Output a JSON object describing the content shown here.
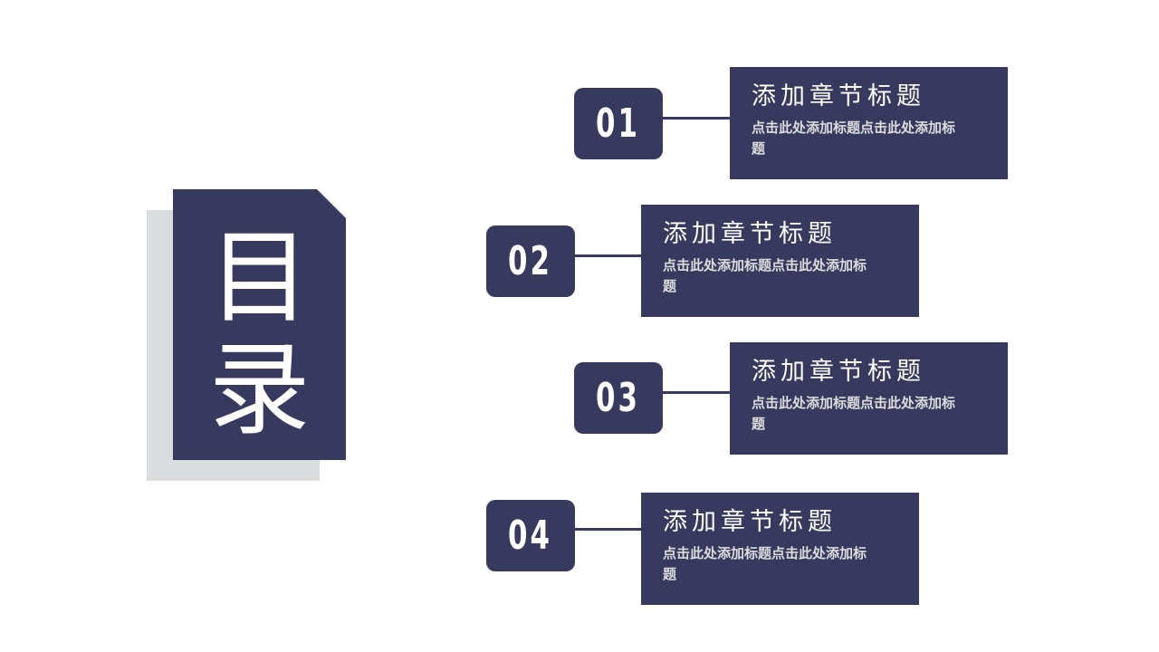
{
  "toc": {
    "char1": "目",
    "char2": "录"
  },
  "items": [
    {
      "number": "01",
      "title": "添加章节标题",
      "desc": "点击此处添加标题点击此处添加标题"
    },
    {
      "number": "02",
      "title": "添加章节标题",
      "desc": "点击此处添加标题点击此处添加标题"
    },
    {
      "number": "03",
      "title": "添加章节标题",
      "desc": "点击此处添加标题点击此处添加标题"
    },
    {
      "number": "04",
      "title": "添加章节标题",
      "desc": "点击此处添加标题点击此处添加标题"
    }
  ],
  "colors": {
    "primary": "#373a5e",
    "shadow": "#d9dde0"
  }
}
